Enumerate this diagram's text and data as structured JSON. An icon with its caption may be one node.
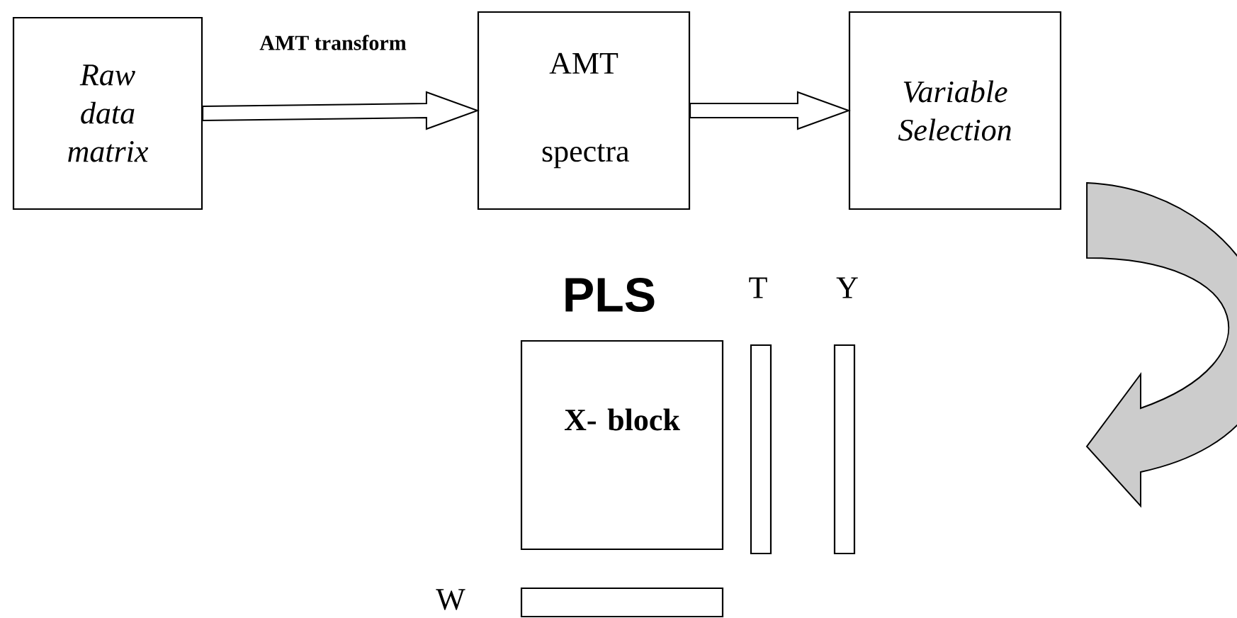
{
  "diagram": {
    "nodes": [
      {
        "text": [
          "Raw data matrix"
        ]
      },
      {
        "text": [
          "AMT spectra"
        ]
      },
      {
        "text": [
          "Variable Selection"
        ]
      },
      {
        "text": [
          "X- block"
        ]
      },
      {
        "text": [],
        "shape": "bar",
        "beside": [
          "T"
        ]
      },
      {
        "text": [],
        "shape": "bar",
        "beside": [
          "Y"
        ]
      },
      {
        "text": [],
        "shape": "bar",
        "beside": [
          "W"
        ]
      }
    ],
    "edges": [
      {
        "from": 0,
        "to": 1,
        "arrow": "to",
        "label": "AMT transform"
      },
      {
        "from": 1,
        "to": 2,
        "arrow": "to"
      },
      {
        "from": 2,
        "to": null,
        "arrow": "to"
      }
    ],
    "labels": [
      "PLS"
    ]
  }
}
